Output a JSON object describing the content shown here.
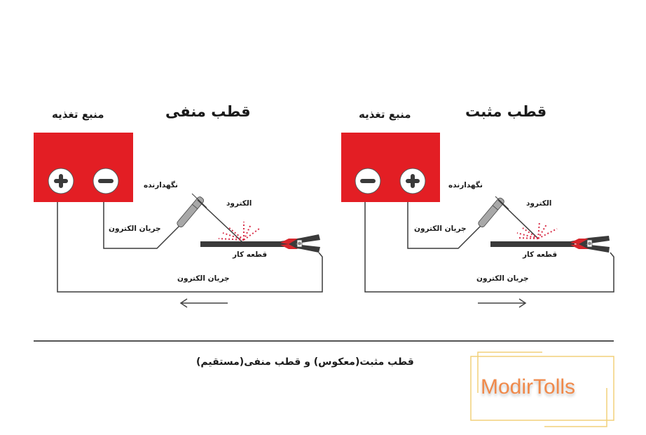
{
  "diagram_left": {
    "title": "قطب منفی",
    "source_label": "منبع تغذیه",
    "terminals": [
      "+",
      "-"
    ],
    "holder_label": "نگهدارنده",
    "electrode_label": "الکترود",
    "workpiece_label": "قطعه کار",
    "current_label_upper": "جریان الکترون",
    "current_label_lower": "جریان الکترون",
    "arrow_direction": "left"
  },
  "diagram_right": {
    "title": "قطب مثبت",
    "source_label": "منبع تغذیه",
    "terminals": [
      "-",
      "+"
    ],
    "holder_label": "نگهدارنده",
    "electrode_label": "الکترود",
    "workpiece_label": "قطعه کار",
    "current_label_upper": "جریان الکترون",
    "current_label_lower": "جریان الکترون",
    "arrow_direction": "right"
  },
  "caption": "قطب مثبت(معکوس) و قطب منفی(مستقیم)",
  "watermark": "ModirTolls",
  "colors": {
    "battery_red": "#e31e24",
    "wire": "#3c3c3c",
    "holder_gray": "#a8a8a8",
    "spark_red": "#d9304a",
    "watermark_orange": "#f0894a",
    "frame_gold": "#f2d17a"
  }
}
